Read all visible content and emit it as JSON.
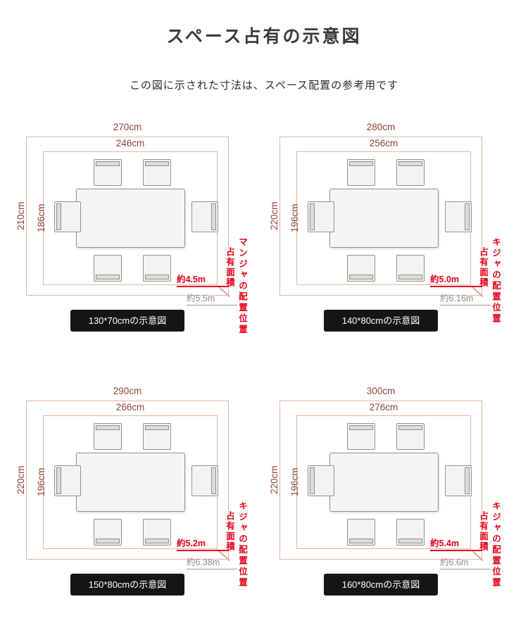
{
  "page": {
    "title": "スペース占有の示意図",
    "subtitle": "この図に示された寸法は、スペース配置の参考用です"
  },
  "colors": {
    "accent_red": "#e60018",
    "dimension_text": "#8d4434",
    "muted_gray": "#8c8c8c",
    "boundary_line": "#e3b3a8",
    "badge_bg": "#151515"
  },
  "panels": [
    {
      "outer_width": "270cm",
      "inner_width": "246cm",
      "outer_height": "210cm",
      "inner_height": "186cm",
      "occupied_area": "約4.5m",
      "overall_area": "約5.5m",
      "vertical_label_inner": "占有面積",
      "vertical_label_outer": "マンジャの配置位置",
      "badge": "130*70cmの示意図"
    },
    {
      "outer_width": "280cm",
      "inner_width": "256cm",
      "outer_height": "220cm",
      "inner_height": "196cm",
      "occupied_area": "約5.0m",
      "overall_area": "約6.16m",
      "vertical_label_inner": "占有面積",
      "vertical_label_outer": "キジャの配置位置",
      "badge": "140*80cmの示意図"
    },
    {
      "outer_width": "290cm",
      "inner_width": "266cm",
      "outer_height": "220cm",
      "inner_height": "196cm",
      "occupied_area": "約5.2m",
      "overall_area": "約6.38m",
      "vertical_label_inner": "占有面積",
      "vertical_label_outer": "キジャの配置位置",
      "badge": "150*80cmの示意図"
    },
    {
      "outer_width": "300cm",
      "inner_width": "276cm",
      "outer_height": "220cm",
      "inner_height": "196cm",
      "occupied_area": "約5.4m",
      "overall_area": "約6.6m",
      "vertical_label_inner": "占有面積",
      "vertical_label_outer": "キジャの配置位置",
      "badge": "160*80cmの示意図"
    }
  ]
}
